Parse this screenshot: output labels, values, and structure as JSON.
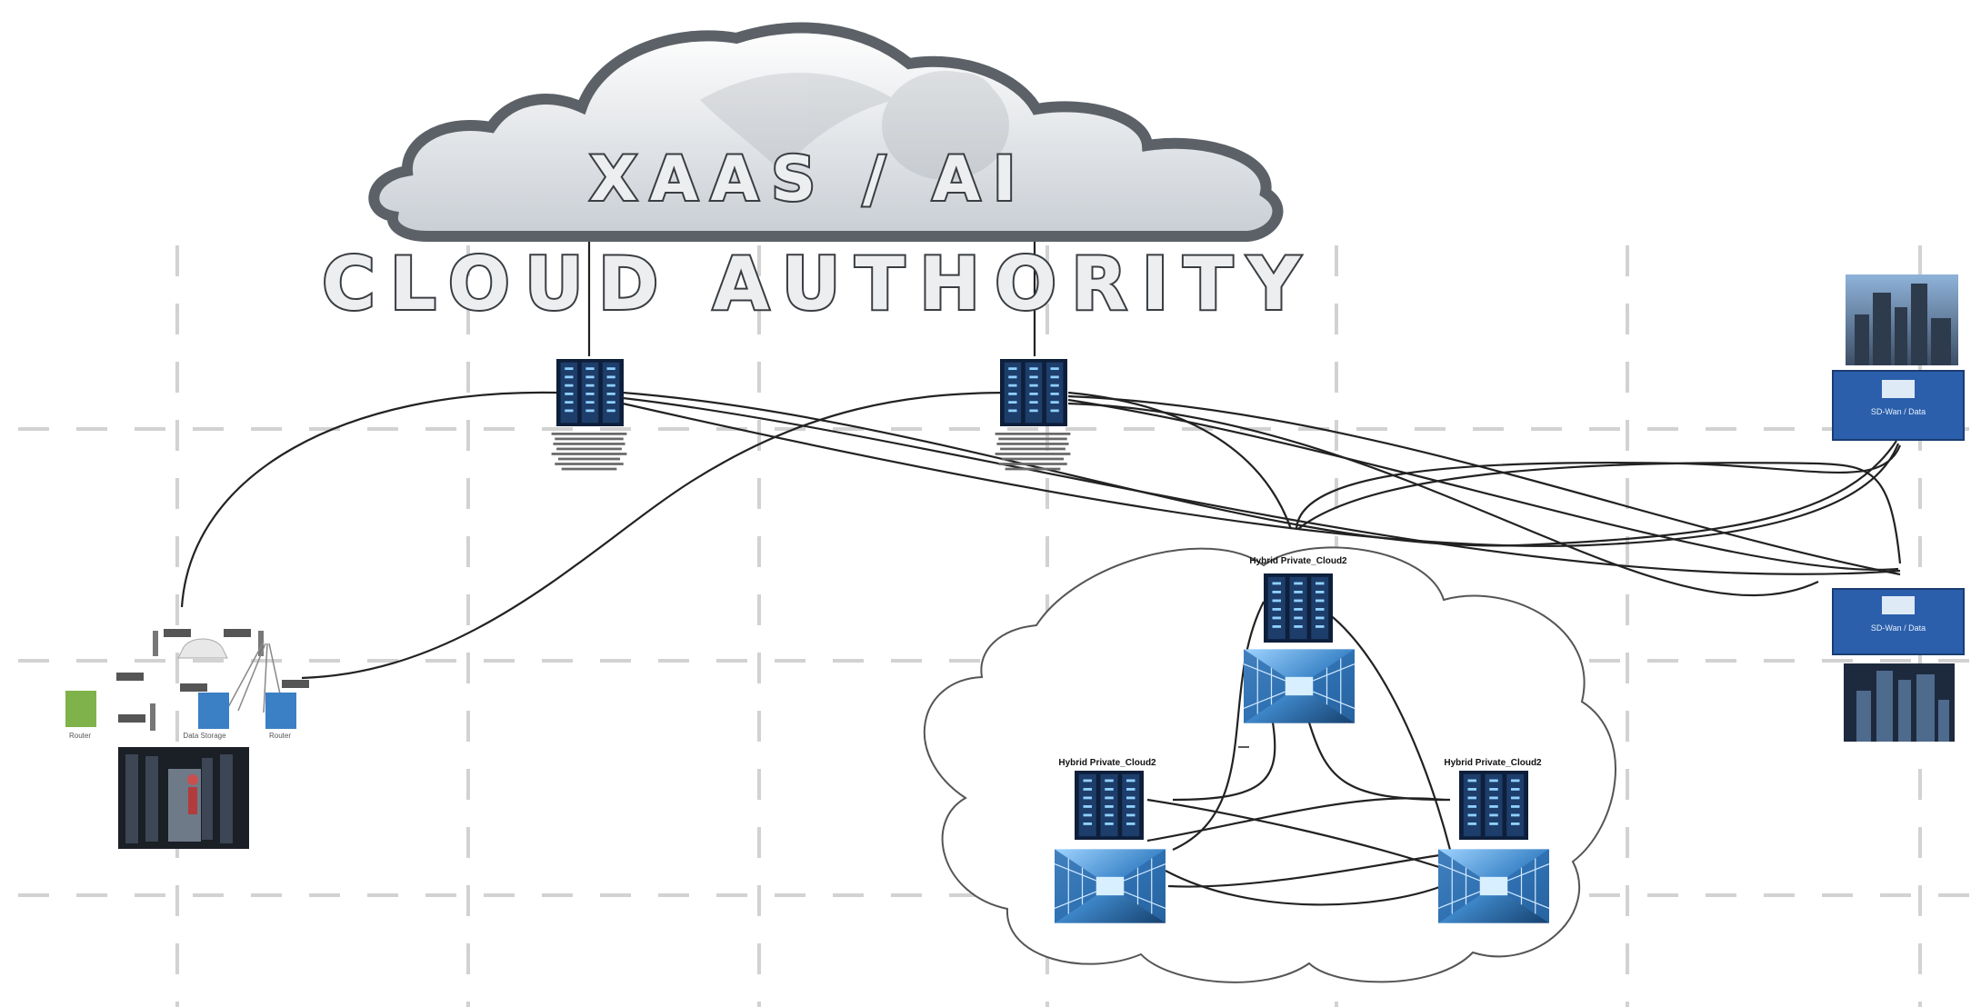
{
  "title": {
    "top_text": "XAAS / AI",
    "bottom_text": "CLOUD AUTHORITY"
  },
  "hybrid_cloud": {
    "node_top_label": "Hybrid Private_Cloud2",
    "node_left_label": "Hybrid Private_Cloud2",
    "node_right_label": "Hybrid Private_Cloud2"
  },
  "on_premise": {
    "label_left": "Router",
    "label_middle": "Data Storage",
    "label_right": "Router"
  },
  "right_site": {
    "panel_top_text": "SD-Wan / Data",
    "panel_bottom_text": "SD-Wan / Data"
  },
  "icons": [
    "server-rack-icon",
    "data-center-icon",
    "city-skyline-icon",
    "network-switch-icon",
    "lion-emblem-icon"
  ],
  "colors": {
    "grid": "#d2d2d2",
    "rack": "#0e1f3b",
    "datacenter_blue": "#3e87c9",
    "panel_blue": "#2b5fab",
    "banner_fill": "#eceef0",
    "banner_stroke": "#3a3d41"
  }
}
